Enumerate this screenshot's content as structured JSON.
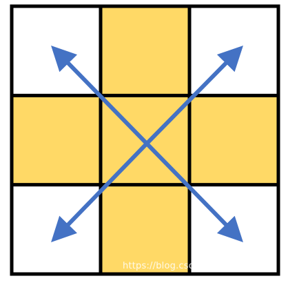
{
  "grid": {
    "rows": 3,
    "cols": 3,
    "cells": [
      {
        "row": 0,
        "col": 0,
        "fill": "white"
      },
      {
        "row": 0,
        "col": 1,
        "fill": "yellow"
      },
      {
        "row": 0,
        "col": 2,
        "fill": "white"
      },
      {
        "row": 1,
        "col": 0,
        "fill": "yellow"
      },
      {
        "row": 1,
        "col": 1,
        "fill": "yellow"
      },
      {
        "row": 1,
        "col": 2,
        "fill": "yellow"
      },
      {
        "row": 2,
        "col": 0,
        "fill": "white"
      },
      {
        "row": 2,
        "col": 1,
        "fill": "yellow"
      },
      {
        "row": 2,
        "col": 2,
        "fill": "white"
      }
    ]
  },
  "arrows": [
    {
      "from": "center",
      "to": "top-left"
    },
    {
      "from": "center",
      "to": "top-right"
    },
    {
      "from": "center",
      "to": "bottom-left"
    },
    {
      "from": "center",
      "to": "bottom-right"
    }
  ],
  "colors": {
    "yellow": "#FFD966",
    "white": "#FFFFFF",
    "border": "#000000",
    "arrow": "#4472C4"
  },
  "watermark": "https://blog.csdn.net/Bob__yuan"
}
